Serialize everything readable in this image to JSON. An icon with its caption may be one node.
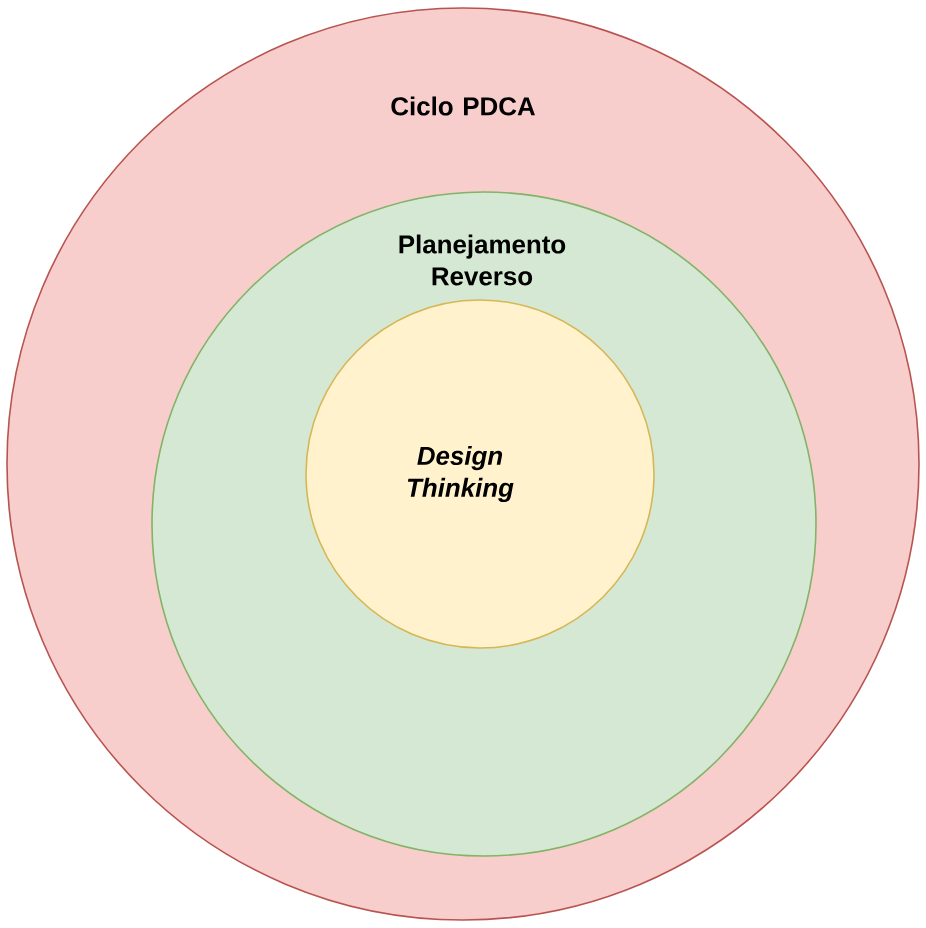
{
  "diagram": {
    "nodes": [
      {
        "text": [
          "Ciclo PDCA"
        ]
      },
      {
        "text": [
          "Planejamento Reverso"
        ],
        "in": 0
      },
      {
        "text": [
          "Design Thinking"
        ],
        "in": 1
      }
    ]
  }
}
